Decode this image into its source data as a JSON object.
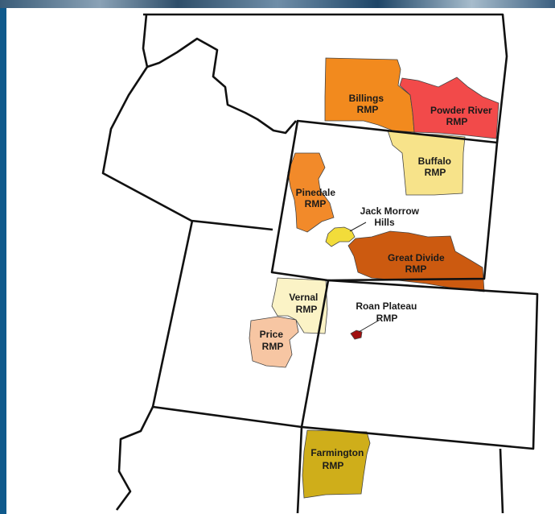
{
  "map": {
    "labels": {
      "billings": [
        "Billings",
        "RMP"
      ],
      "powder_river": [
        "Powder River",
        "RMP"
      ],
      "buffalo": [
        "Buffalo",
        "RMP"
      ],
      "pinedale": [
        "Pinedale",
        "RMP"
      ],
      "jack_morrow": [
        "Jack Morrow",
        "Hills"
      ],
      "great_divide": [
        "Great Divide",
        "RMP"
      ],
      "vernal": [
        "Vernal",
        "RMP"
      ],
      "price": [
        "Price",
        "RMP"
      ],
      "roan_plateau": [
        "Roan Plateau",
        "RMP"
      ],
      "farmington": [
        "Farmington",
        "RMP"
      ]
    },
    "colors": {
      "billings": "#f28a1e",
      "powder_river": "#f24a4a",
      "buffalo": "#f7e38a",
      "pinedale": "#f28a2a",
      "jack_morrow": "#f2dc3a",
      "great_divide": "#cc5a10",
      "vernal": "#fbf3c6",
      "price": "#f7c6a3",
      "roan_plateau": "#a01010",
      "farmington": "#cfae1a"
    }
  }
}
